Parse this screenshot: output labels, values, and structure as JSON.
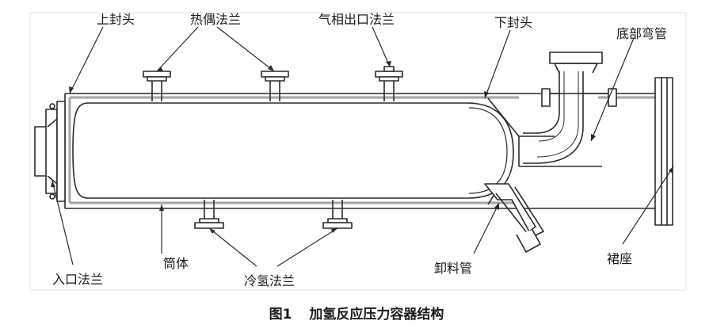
{
  "labels": {
    "upper_head": "上封头",
    "thermocouple_flange": "热偶法兰",
    "gas_outlet_flange": "气相出口法兰",
    "lower_head": "下封头",
    "bottom_elbow": "底部弯管",
    "inlet_flange": "入口法兰",
    "shell": "筒体",
    "cold_hydrogen_flange": "冷氢法兰",
    "discharge_pipe": "卸料管",
    "skirt": "裙座"
  },
  "caption": {
    "number": "图1",
    "title": "加氢反应压力容器结构"
  },
  "colors": {
    "line": "#2a2a2a",
    "gray_band": "#a9a9a9",
    "frame_border": "#dddddd"
  }
}
